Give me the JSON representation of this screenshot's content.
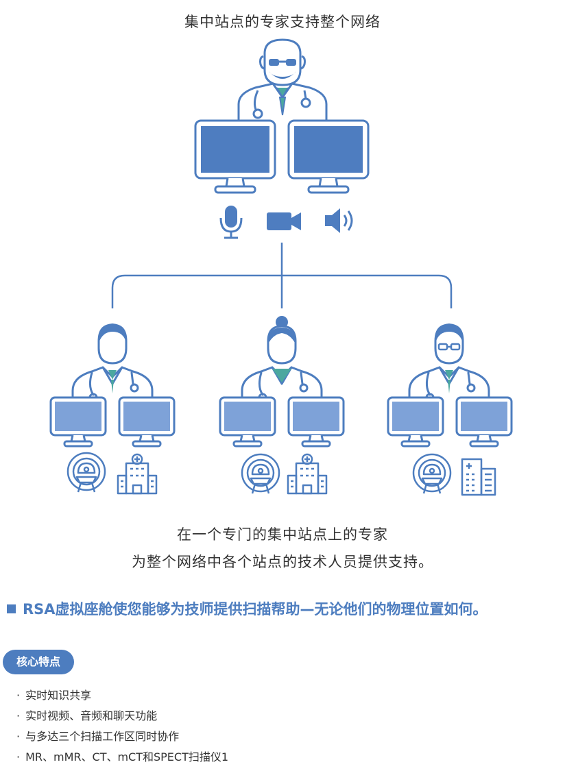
{
  "title": "集中站点的专家支持整个网络",
  "caption_line1": "在一个专门的集中站点上的专家",
  "caption_line2": "为整个网络中各个站点的技术人员提供支持。",
  "highlight": "RSA虚拟座舱使您能够为技师提供扫描帮助—无论他们的物理位置如何。",
  "pill_label": "核心特点",
  "features": [
    "实时知识共享",
    "实时视频、音频和聊天功能",
    "与多达三个扫描工作区同时协作",
    "MR、mMR、CT、mCT和SPECT扫描仪1"
  ],
  "colors": {
    "accent": "#4d7dbf",
    "screen_dark": "#4e7dc0",
    "screen_light": "#7ea2d8",
    "teal": "#4ba89f",
    "text": "#333333"
  },
  "icons": [
    "microphone-icon",
    "video-camera-icon",
    "speaker-icon",
    "scanner-icon",
    "hospital-icon",
    "clinic-building-icon"
  ]
}
